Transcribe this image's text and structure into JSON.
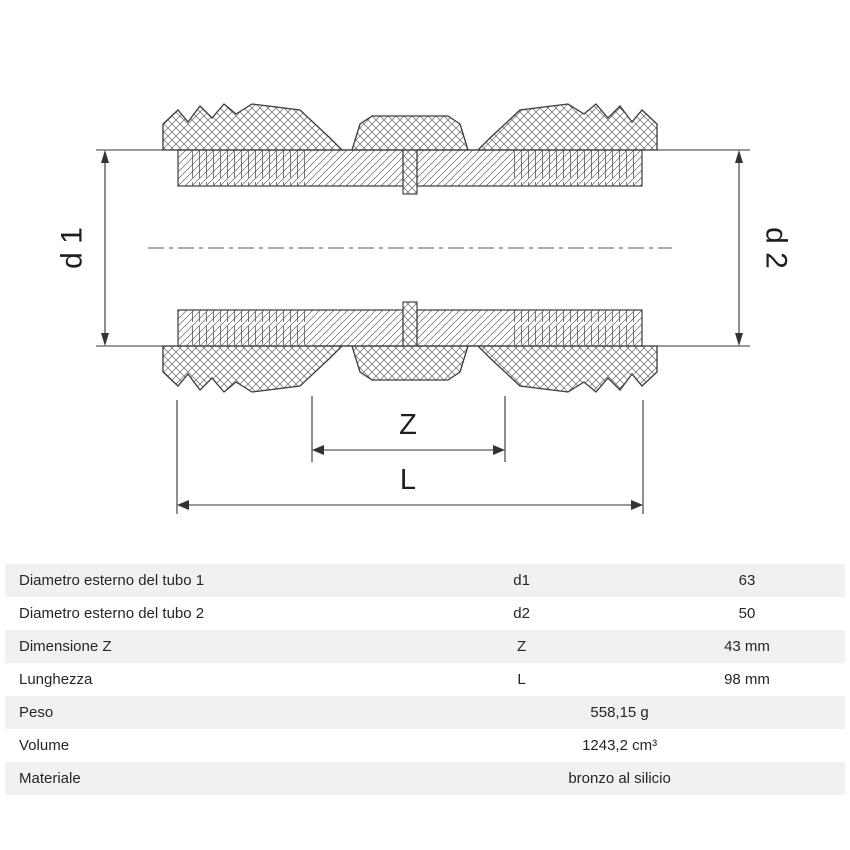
{
  "drawing": {
    "dim_d1": "d 1",
    "dim_d2": "d 2",
    "dim_z": "Z",
    "dim_l": "L"
  },
  "colors": {
    "line": "#3a3a3a",
    "hatch": "#666666",
    "row_alt": "#f1f1f1"
  },
  "table": {
    "rows": [
      {
        "label": "Diametro esterno del tubo 1",
        "symbol": "d1",
        "value": "63"
      },
      {
        "label": "Diametro esterno del tubo 2",
        "symbol": "d2",
        "value": "50"
      },
      {
        "label": "Dimensione Z",
        "symbol": "Z",
        "value": "43 mm"
      },
      {
        "label": "Lunghezza",
        "symbol": "L",
        "value": "98 mm"
      },
      {
        "label": "Peso",
        "value": "558,15 g"
      },
      {
        "label": "Volume",
        "value": "1243,2 cm³"
      },
      {
        "label": "Materiale",
        "value": "bronzo al silicio"
      }
    ]
  }
}
